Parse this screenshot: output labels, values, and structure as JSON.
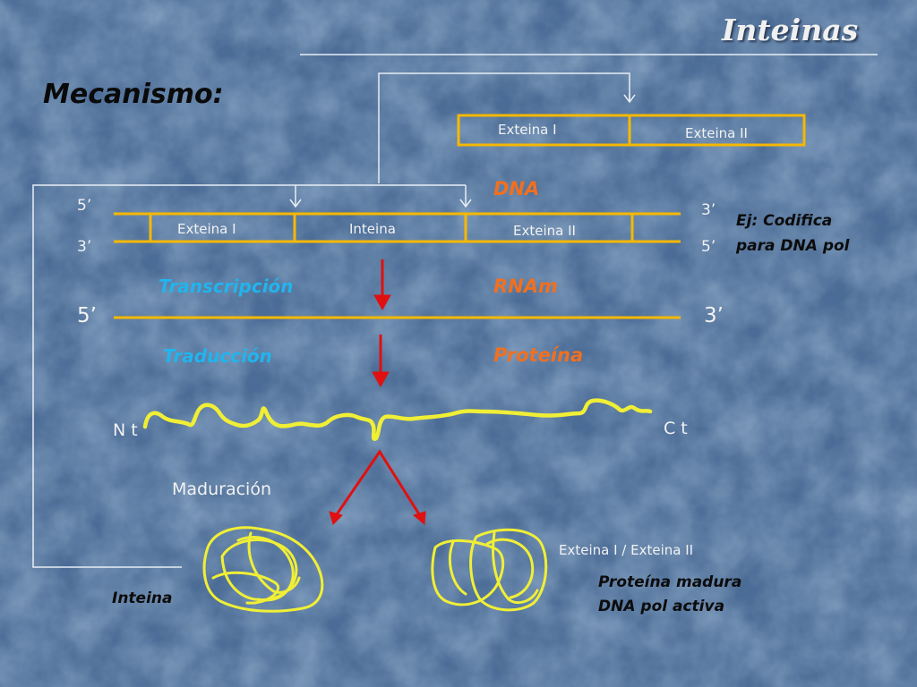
{
  "title": "Inteinas",
  "section": "Mecanismo:",
  "spliced_gene": {
    "exteina1": "Exteina I",
    "exteina2": "Exteina II"
  },
  "gene": {
    "label": "DNA",
    "segments": [
      "Exteina I",
      "Inteina",
      "Exteina II"
    ],
    "top_left_end": "5’",
    "bottom_left_end": "3’",
    "top_right_end": "3’",
    "bottom_right_end": "5’",
    "example_line1": "Ej: Codifica",
    "example_line2": "para DNA pol"
  },
  "transcription": {
    "process": "Transcripción",
    "product": "RNAm",
    "left_end": "5’",
    "right_end": "3’"
  },
  "translation": {
    "process": "Traducción",
    "product": "Proteína",
    "n_terminus": "N t",
    "c_terminus": "C t"
  },
  "maturation": {
    "label": "Maduración",
    "intein_label": "Inteina",
    "junction_label": "Exteina I / Exteina II",
    "product_line1": "Proteína madura",
    "product_line2": "DNA pol activa"
  },
  "colors": {
    "gene_bar": "#f5b800",
    "arrow": "#e01010",
    "protein": "#f0ef36",
    "connector": "#e8eef5"
  }
}
